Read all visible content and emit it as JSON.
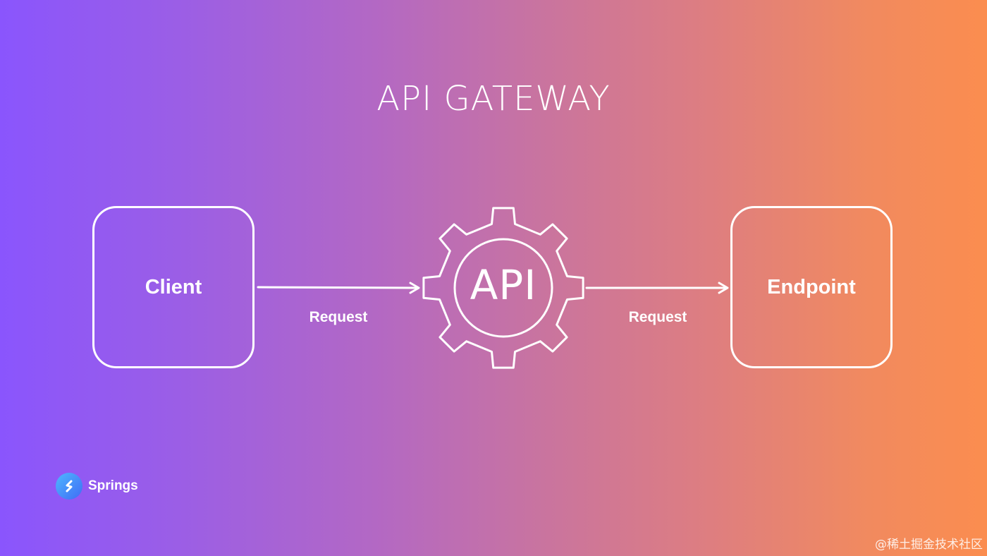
{
  "title": "API GATEWAY",
  "nodes": {
    "client": "Client",
    "gateway": "API",
    "endpoint": "Endpoint"
  },
  "edges": [
    {
      "from": "client",
      "to": "gateway",
      "label": "Request"
    },
    {
      "from": "gateway",
      "to": "endpoint",
      "label": "Request"
    }
  ],
  "brand": {
    "name": "Springs",
    "icon": "springs-logo-icon"
  },
  "watermark": "@稀土掘金技术社区",
  "colors": {
    "gradient_start": "#8a55fd",
    "gradient_end": "#fb8d4f",
    "stroke": "#ffffff",
    "logo_blue": "#4a90f7"
  }
}
